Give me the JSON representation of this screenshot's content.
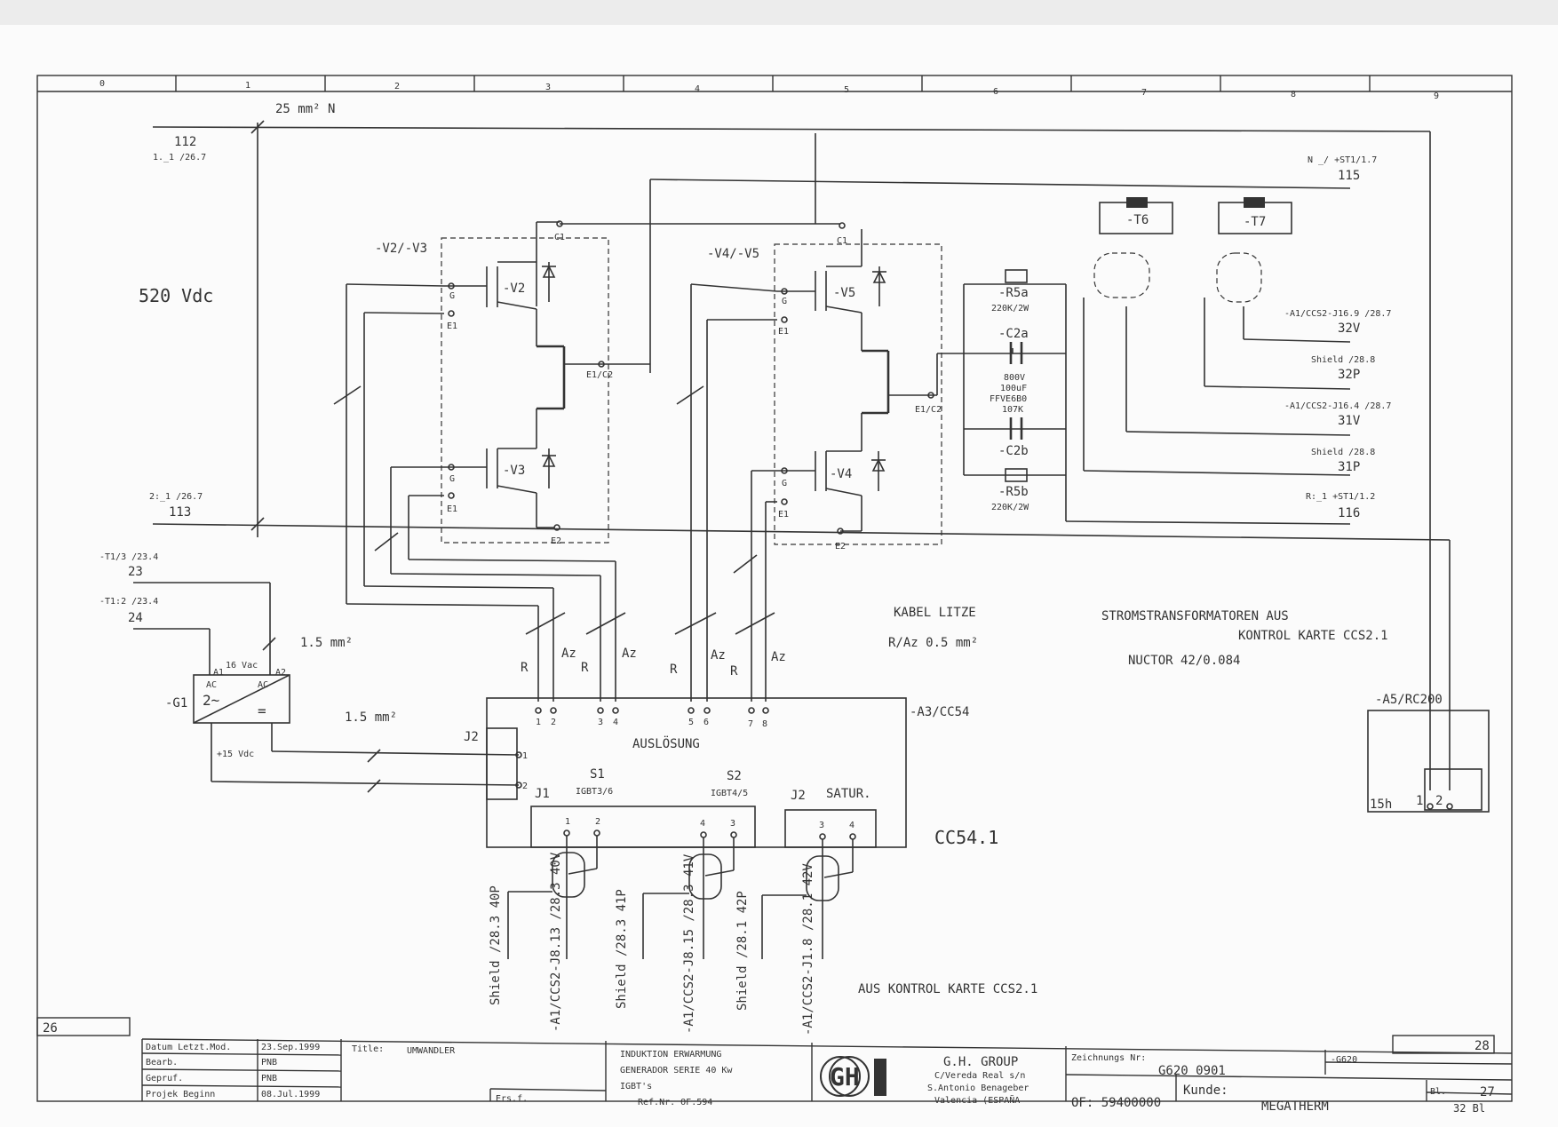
{
  "grid": {
    "columns": [
      "0",
      "1",
      "2",
      "3",
      "4",
      "5",
      "6",
      "7",
      "8",
      "9"
    ]
  },
  "labels": {
    "cable_25": "25 mm² N",
    "n112": "112",
    "n112_ref": "1._1 /26.7",
    "n115_ref": "N _/ +ST1/1.7",
    "n115": "115",
    "n113_ref": "2:_1 /26.7",
    "n113": "113",
    "n116_ref": "R:_1 +ST1/1.2",
    "n116": "116",
    "vdc520": "520 Vdc",
    "v23": "-V2/-V3",
    "v45": "-V4/-V5",
    "v2": "-V2",
    "v3": "-V3",
    "v4": "-V4",
    "v5": "-V5",
    "pin_g": "G",
    "pin_e1": "E1",
    "pin_c1": "C1",
    "pin_e2": "E2",
    "pin_e1c2": "E1/C2",
    "r5a": "-R5a",
    "r5a_val": "220K/2W",
    "c2a": "-C2a",
    "c2_val1": "800V",
    "c2_val2": "100uF",
    "c2_val3": "FFVE6B0",
    "c2_val4": "107K",
    "c2b": "-C2b",
    "r5b": "-R5b",
    "r5b_val": "220K/2W",
    "t6": "-T6",
    "t7": "-T7",
    "s32v_ref": "-A1/CCS2-J16.9 /28.7",
    "s32v": "32V",
    "s32p_ref": "Shield /28.8",
    "s32p": "32P",
    "s31v_ref": "-A1/CCS2-J16.4 /28.7",
    "s31v": "31V",
    "s31p_ref": "Shield /28.8",
    "s31p": "31P",
    "t13_ref": "-T1/3 /23.4",
    "w23": "23",
    "t12_ref": "-T1:2 /23.4",
    "w24": "24",
    "mm15": "1.5 mm²",
    "vac16": "16 Vac",
    "g1": "-G1",
    "vdc15": "+15 Vdc",
    "ac": "AC",
    "a1": "A1",
    "a2": "A2",
    "sine": "2~",
    "dcsym": "=",
    "j2": "J2",
    "j1": "J1",
    "j2b": "J2",
    "cc54": "-A3/CC54",
    "ausl": "AUSLÖSUNG",
    "s1": "S1",
    "s1_sub": "IGBT3/6",
    "s2": "S2",
    "s2_sub": "IGBT4/5",
    "satur": "SATUR.",
    "r": "R",
    "az": "Az",
    "kabel": "KABEL LITZE",
    "kabel_sub": "R/Az 0.5 mm²",
    "strom": "STROMSTRANSFORMATOREN  AUS",
    "strom2": "KONTROL KARTE CCS2.1",
    "nuctor": "NUCTOR 42/0.084",
    "a5": "-A5/RC200",
    "a5_pin": "15h",
    "cc541": "CC54.1",
    "aus_kontrol": "AUS KONTROL KARTE CCS2.1",
    "w40p": "Shield /28.3  40P",
    "w40v": "-A1/CCS2-J8.13 /28.3  40V",
    "w41p": "Shield /28.3  41P",
    "w41v": "-A1/CCS2-J8.15 /28.3  41V",
    "w42p": "Shield /28.1  42P",
    "w42v": "-A1/CCS2-J1.8 /28.1  42V",
    "page_prev": "26",
    "page_next": "28"
  },
  "pins": {
    "p1": "1",
    "p2": "2",
    "p3": "3",
    "p4": "4",
    "p5": "5",
    "p6": "6",
    "p7": "7",
    "p8": "8"
  },
  "title_block": {
    "datum_label": "Datum Letzt.Mod.",
    "datum": "23.Sep.1999",
    "bearb_label": "Bearb.",
    "bearb": "PNB",
    "gepruf_label": "Gepruf.",
    "gepruf": "PNB",
    "projek_label": "Projek Beginn",
    "projek": "08.Jul.1999",
    "title_label": "Title:",
    "title": "UMWANDLER",
    "ers": "Ers.f.",
    "desc1": "INDUKTION ERWARMUNG",
    "desc2": "GENERADOR SERIE 40 Kw",
    "desc3": "IGBT's",
    "ref": "Ref.Nr. OF.594",
    "company": "G.H. GROUP",
    "addr1": "C/Vereda Real s/n",
    "addr2": "S.Antonio Benageber",
    "addr3": "Valencia (ESPAÑA",
    "logo_text": "GH",
    "zeich_label": "Zeichnungs Nr:",
    "zeich": "G620 0901",
    "g620": "-G620",
    "of": "OF: 59400000",
    "kunde_label": "Kunde:",
    "kunde": "MEGATHERM",
    "bl_label": "Bl.",
    "bl": "27",
    "bl2": "32 Bl"
  }
}
